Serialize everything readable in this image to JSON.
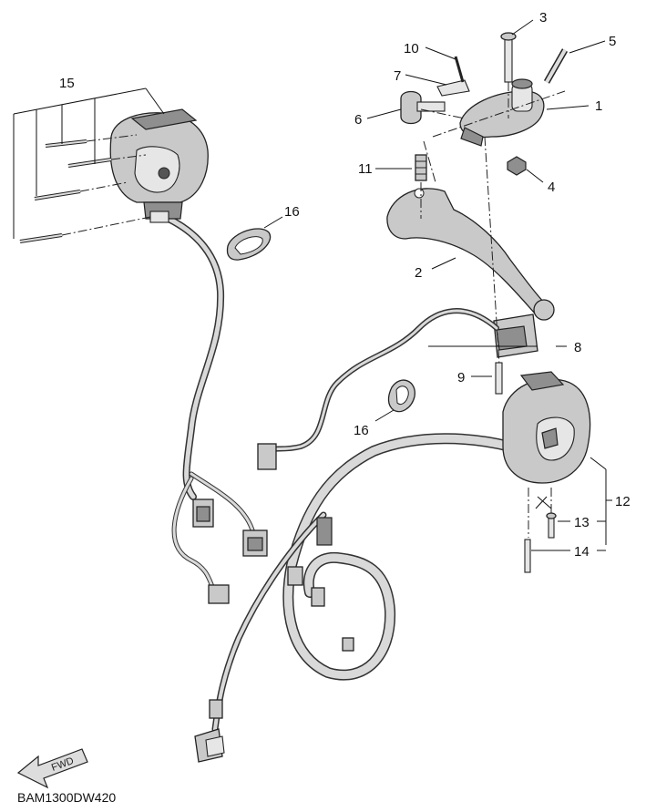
{
  "part_numbers": [
    "1",
    "2",
    "3",
    "4",
    "5",
    "6",
    "7",
    "8",
    "9",
    "10",
    "11",
    "12",
    "13",
    "14",
    "15",
    "16",
    "16"
  ],
  "diagram_code": "BAM1300DW420",
  "fwd_label": "FWD",
  "colors": {
    "line": "#222222",
    "part_fill": "#c9c9c9",
    "shadow": "#8f8f8f",
    "background": "#ffffff"
  }
}
